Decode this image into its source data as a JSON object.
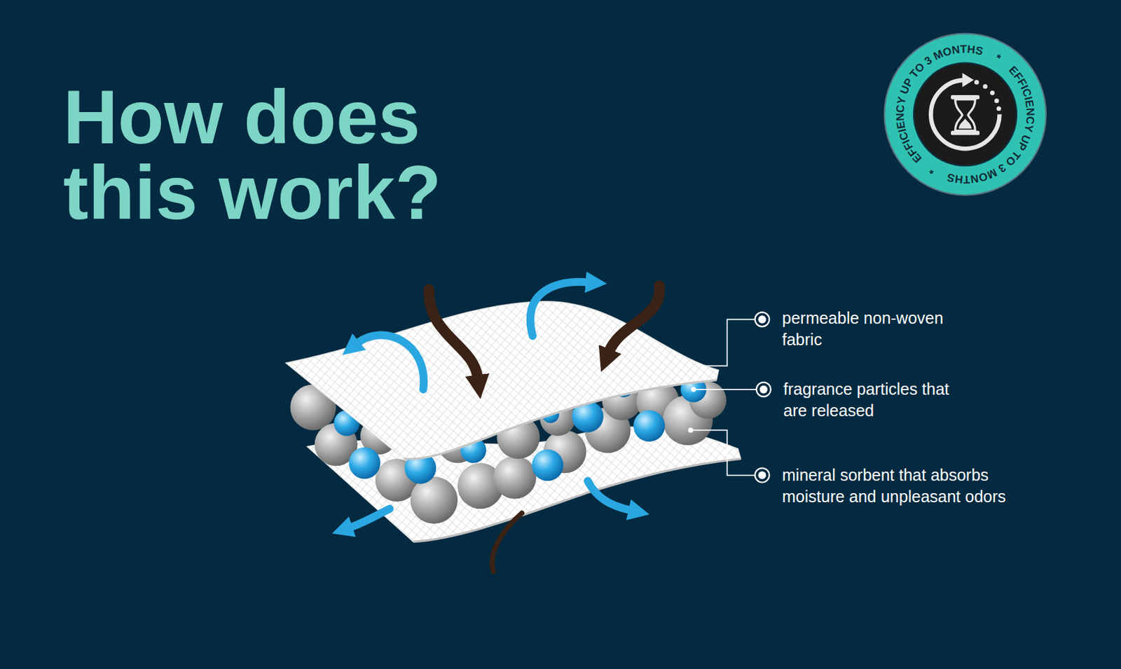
{
  "diagram": {
    "title": "How does this work?",
    "labels": [
      "permeable non-woven fabric",
      "fragrance particles that are released",
      "mineral sorbent that absorbs moisture and unpleasant odors",
      "EFFICIENCY UP TO 3 MONTHS",
      "*",
      "EFFICIENCY UP TO 3 MONTHS",
      "*"
    ]
  }
}
